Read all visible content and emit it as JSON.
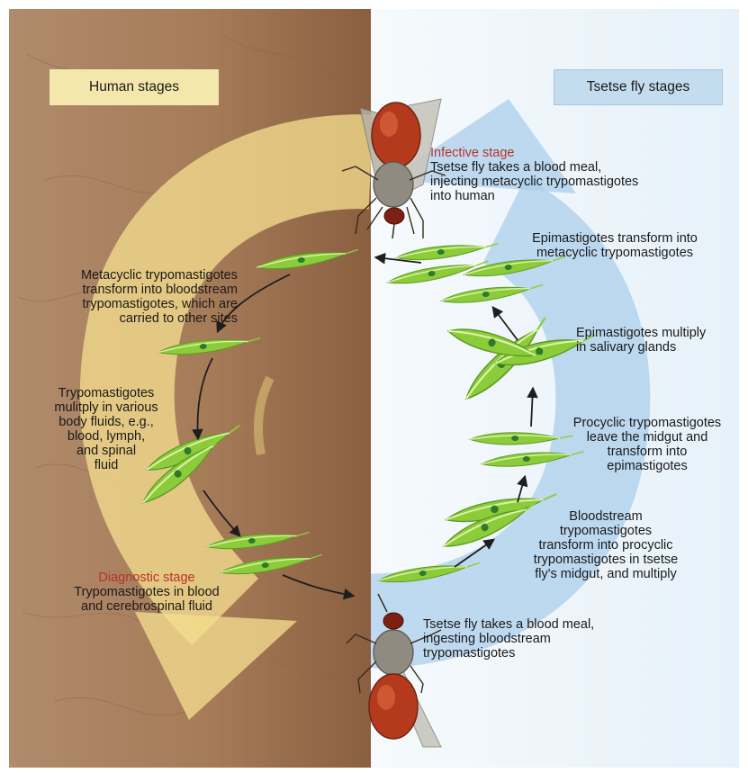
{
  "headers": {
    "human": "Human stages",
    "fly": "Tsetse fly stages"
  },
  "colors": {
    "skin": "#a57c5b",
    "fly_background": "#eaf4fb",
    "human_arrow": "#f3dc8e",
    "fly_arrow": "#a9cdea",
    "stage_label": "#b8322a",
    "parasite": "#8ccc3a"
  },
  "steps": {
    "infective": {
      "title": "Infective stage",
      "lines": [
        "Tsetse fly takes a blood meal,",
        "injecting metacyclic trypomastigotes",
        "into human"
      ]
    },
    "epi_transform": {
      "lines": [
        "Epimastigotes transform into",
        "metacyclic trypomastigotes"
      ]
    },
    "epi_multiply": {
      "lines": [
        "Epimastigotes multiply",
        "in salivary glands"
      ]
    },
    "procyclic": {
      "lines": [
        "Procyclic trypomastigotes",
        "leave the midgut and",
        "transform into",
        "epimastigotes"
      ]
    },
    "bloodstream_fly": {
      "lines": [
        "Bloodstream",
        "trypomastigotes",
        "transform into procyclic",
        "trypomastigotes in tsetse",
        "fly's midgut, and multiply"
      ]
    },
    "ingest": {
      "lines": [
        "Tsetse fly takes a blood meal,",
        "ingesting bloodstream",
        "trypomastigotes"
      ]
    },
    "meta_transform": {
      "lines": [
        "Metacyclic trypomastigotes",
        "transform into bloodstream",
        "trypomastigotes, which are",
        "carried to other sites"
      ]
    },
    "multiply_fluids": {
      "lines": [
        "Trypomastigotes",
        "mulitply in various",
        "body fluids, e.g.,",
        "blood, lymph,",
        "and spinal",
        "fluid"
      ]
    },
    "diagnostic": {
      "title": "Diagnostic stage",
      "lines": [
        "Trypomastigotes in blood",
        "and cerebrospinal fluid"
      ]
    }
  },
  "icons": [
    "tsetse-fly-icon",
    "trypanosome-icon",
    "arrow-icon",
    "cycle-arrow-icon"
  ]
}
